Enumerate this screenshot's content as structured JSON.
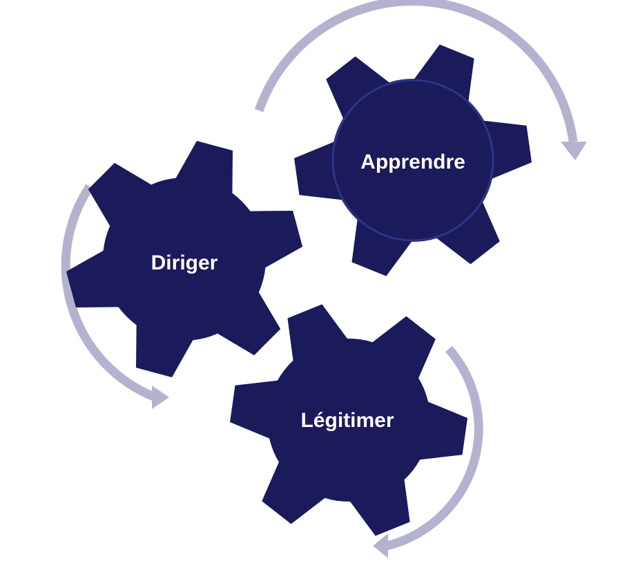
{
  "gears": [
    {
      "label": "Apprendre"
    },
    {
      "label": "Diriger"
    },
    {
      "label": "Légitimer"
    }
  ],
  "colors": {
    "gear": "#1b1a5a",
    "arrow": "#b4b3cf",
    "ring": "#2a3585"
  }
}
